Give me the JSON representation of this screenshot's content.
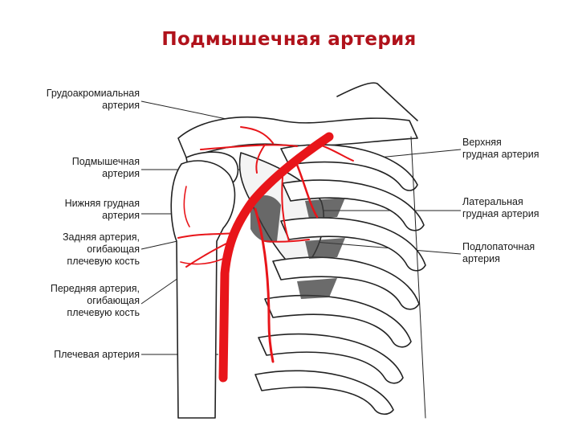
{
  "title": "Подмышечная артерия",
  "colors": {
    "artery": "#e8151a",
    "title": "#b0121b",
    "bone_line": "#222222",
    "shadow": "#3a3a3a"
  },
  "labels_left": [
    {
      "id": "thoracoacromial",
      "lines": [
        "Грудоакромиальная",
        "артерия"
      ]
    },
    {
      "id": "axillary",
      "lines": [
        "Подмышечная",
        "артерия"
      ]
    },
    {
      "id": "inferior-thoracic",
      "lines": [
        "Нижняя грудная",
        "артерия"
      ]
    },
    {
      "id": "posterior-circumflex",
      "lines": [
        "Задняя артерия,",
        "огибающая",
        "плечевую кость"
      ]
    },
    {
      "id": "anterior-circumflex",
      "lines": [
        "Передняя артерия,",
        "огибающая",
        "плечевую кость"
      ]
    },
    {
      "id": "brachial",
      "lines": [
        "Плечевая артерия"
      ]
    }
  ],
  "labels_right": [
    {
      "id": "superior-thoracic",
      "lines": [
        "Верхняя",
        "грудная артерия"
      ]
    },
    {
      "id": "lateral-thoracic",
      "lines": [
        "Латеральная",
        "грудная артерия"
      ]
    },
    {
      "id": "subscapular",
      "lines": [
        "Подлопаточная",
        "артерия"
      ]
    }
  ]
}
